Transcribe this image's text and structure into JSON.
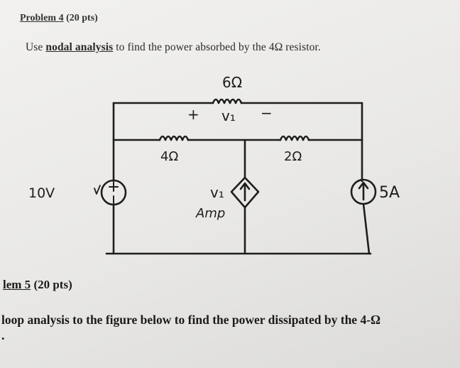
{
  "problem4": {
    "title_name": "Problem 4",
    "title_pts": "(20 pts)",
    "prompt_pre": "Use ",
    "prompt_method": "nodal analysis",
    "prompt_post": " to find the power absorbed by the 4Ω resistor."
  },
  "circuit": {
    "r_top_label": "6Ω",
    "v1_plus": "+",
    "v1_label": "v₁",
    "v1_minus": "−",
    "r_left_label": "4Ω",
    "r_right_label": "2Ω",
    "voltage_source_label": "10V",
    "dep_source_label": "v₁",
    "dep_source_unit": "Amp",
    "current_source_label": "5A"
  },
  "problem5": {
    "title_partial": "lem 5",
    "title_pts": "(20 pts)",
    "prompt_partial": "loop analysis to the figure below to find the power dissipated by the 4-Ω",
    "dot": "."
  }
}
